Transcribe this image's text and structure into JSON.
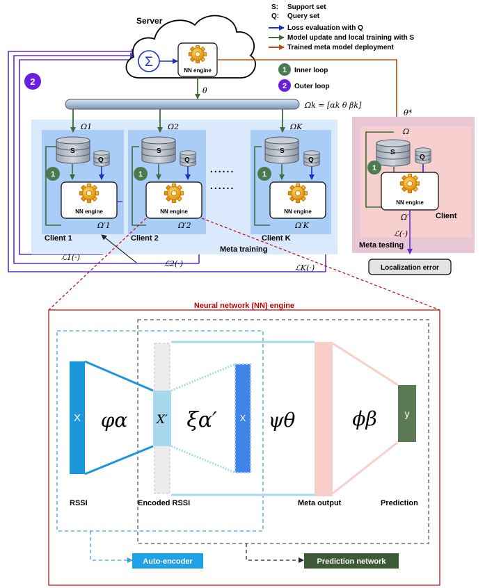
{
  "legend": {
    "s_key": "S:",
    "s_desc": "Support set",
    "q_key": "Q:",
    "q_desc": "Query set",
    "blue": "Loss evaluation with Q",
    "green": "Model update and local training with S",
    "red": "Trained meta model deployment",
    "inner_num": "1",
    "inner": "Inner loop",
    "outer_num": "2",
    "outer": "Outer loop"
  },
  "server": {
    "title": "Server",
    "sum": "Σ",
    "engine": "NN engine",
    "theta": "θ",
    "outer_badge": "2"
  },
  "bus": {
    "omega_k": "Ωk = [αk θ βk]"
  },
  "clients": [
    {
      "omega": "Ω1",
      "s": "S",
      "q": "Q",
      "badge": "1",
      "engine": "NN engine",
      "omega_prime": "Ω′1",
      "name": "Client 1",
      "loss": "ℒ1(·)"
    },
    {
      "omega": "Ω2",
      "s": "S",
      "q": "Q",
      "badge": "1",
      "engine": "NN engine",
      "omega_prime": "Ω′2",
      "name": "Client 2",
      "loss": "ℒ2(·)"
    },
    {
      "omega": "ΩK",
      "s": "S",
      "q": "Q",
      "badge": "1",
      "engine": "NN engine",
      "omega_prime": "Ω′K",
      "name": "Client K",
      "loss": "ℒK(·)"
    }
  ],
  "dots": "......",
  "meta_training": "Meta training",
  "meta_testing": {
    "theta_star": "θ*",
    "omega": "Ω",
    "s": "S",
    "q": "Q",
    "badge": "1",
    "engine": "NN engine",
    "omega_prime": "Ω′",
    "client": "Client",
    "title": "Meta testing",
    "loss": "ℒ(·)",
    "result": "Localization error"
  },
  "nn": {
    "title": "Neural network (NN) engine",
    "x": "X",
    "phi_alpha": "φα",
    "x_prime": "X′",
    "xi": "ξα′",
    "x2": "X",
    "psi": "ψθ",
    "phi_beta": "ϕβ",
    "y": "y",
    "rssi": "RSSI",
    "encoded": "Encoded RSSI",
    "meta_output": "Meta output",
    "prediction": "Prediction",
    "autoencoder": "Auto-encoder",
    "prediction_network": "Prediction network"
  },
  "colors": {
    "blue_arrow": "#1a2fc4",
    "green_arrow": "#3d6b3a",
    "red_arrow": "#c0461b",
    "purple": "#5a2dd8",
    "client_panel": "#a9cdf7",
    "meta_panel": "#dae9fb",
    "test_panel": "#e7c6d5",
    "nn_border": "#c00000"
  }
}
